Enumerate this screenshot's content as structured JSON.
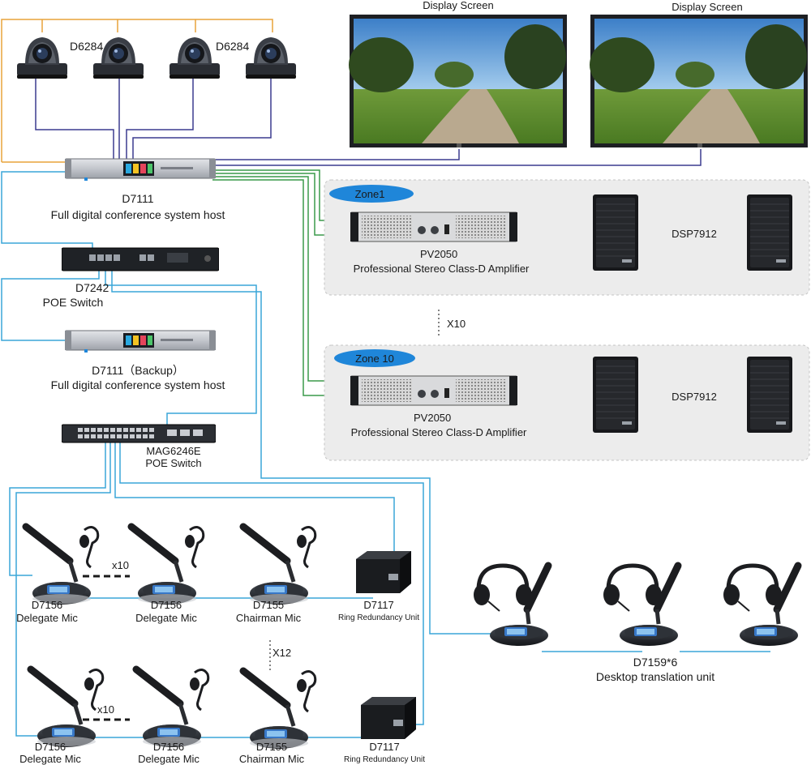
{
  "cameras": {
    "label_left": "D6284",
    "label_right": "D6284"
  },
  "displays": [
    {
      "label": "Display Screen"
    },
    {
      "label": "Display Screen"
    }
  ],
  "host": {
    "model": "D7111",
    "desc": "Full digital conference system host"
  },
  "poe_switch_1": {
    "model": "D7242",
    "desc": "POE Switch"
  },
  "backup_host": {
    "model": "D7111（Backup）",
    "desc": "Full digital conference system host"
  },
  "poe_switch_2": {
    "model": "MAG6246E",
    "desc": "POE Switch"
  },
  "zones": [
    {
      "name": "Zone1",
      "amp_model": "PV2050",
      "amp_desc": "Professional Stereo Class-D Amplifier",
      "speaker_model": "DSP7912"
    },
    {
      "name": "Zone 10",
      "amp_model": "PV2050",
      "amp_desc": "Professional Stereo Class-D Amplifier",
      "speaker_model": "DSP7912"
    }
  ],
  "zone_repeat": "X10",
  "row_repeat": "X12",
  "mic_repeat": "x10",
  "mic_row_1": [
    {
      "model": "D7156",
      "role": "Delegate Mic"
    },
    {
      "model": "D7156",
      "role": "Delegate Mic"
    },
    {
      "model": "D7155",
      "role": "Chairman Mic"
    },
    {
      "model": "D7117",
      "role": "Ring Redundancy Unit"
    }
  ],
  "mic_row_2": [
    {
      "model": "D7156",
      "role": "Delegate Mic"
    },
    {
      "model": "D7156",
      "role": "Delegate Mic"
    },
    {
      "model": "D7155",
      "role": "Chairman Mic"
    },
    {
      "model": "D7117",
      "role": "Ring Redundancy Unit"
    }
  ],
  "translation": {
    "model": "D7159*6",
    "desc": "Desktop translation unit"
  },
  "colors": {
    "camera_cable": "#e8a33a",
    "video_cable": "#3b3b8f",
    "network_cable": "#3aa6d8",
    "audio_cable": "#3a9a4a",
    "speaker_cable": "#c8327a",
    "zone_badge": "#1f86d9",
    "zone_panel": "#ececec"
  }
}
